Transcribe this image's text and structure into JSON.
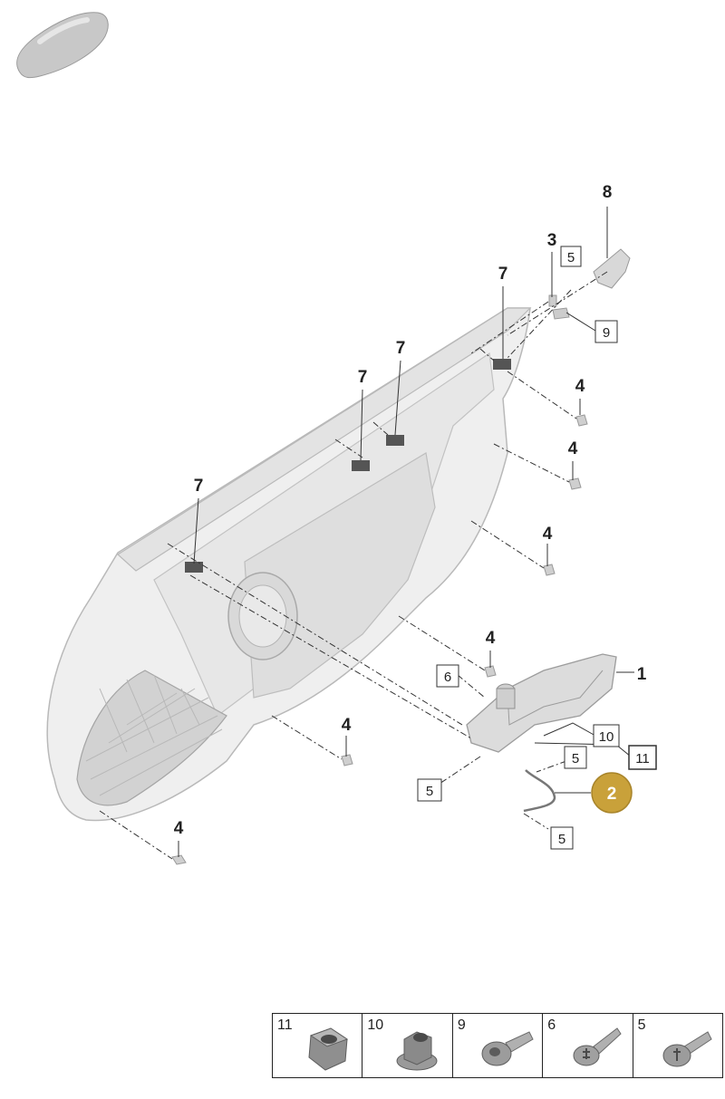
{
  "callouts": {
    "c1": "1",
    "c2": "2",
    "c3": "3",
    "c4a": "4",
    "c4b": "4",
    "c4c": "4",
    "c4d": "4",
    "c4e": "4",
    "c4f": "4",
    "c7a": "7",
    "c7b": "7",
    "c7c": "7",
    "c7d": "7",
    "c8": "8"
  },
  "boxed": {
    "b5a": "5",
    "b9": "9",
    "b6": "6",
    "b10": "10",
    "b11": "11",
    "b5b": "5",
    "b5c": "5",
    "b5d": "5"
  },
  "legend": [
    {
      "label": "11",
      "icon": "hex-nut-icon"
    },
    {
      "label": "10",
      "icon": "flange-nut-icon"
    },
    {
      "label": "9",
      "icon": "shoulder-screw-icon"
    },
    {
      "label": "6",
      "icon": "torx-screw-icon"
    },
    {
      "label": "5",
      "icon": "pan-head-screw-icon"
    }
  ],
  "colors": {
    "highlight": "#C9A13A",
    "panel": "#EDEDED",
    "outline": "#B5B5B5"
  }
}
